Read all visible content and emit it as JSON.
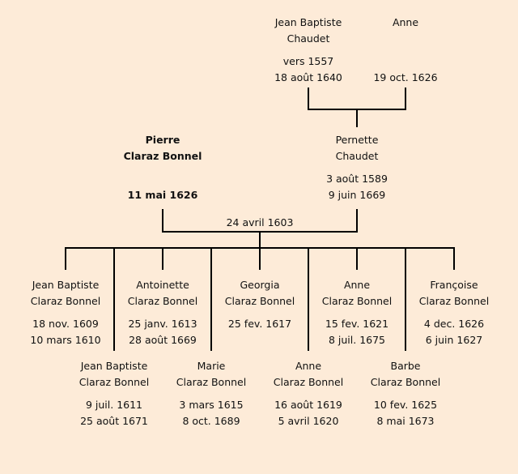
{
  "persons": [
    {
      "id": "jean-baptiste-chaudet",
      "first": "Jean Baptiste",
      "last": "Chaudet",
      "birth": "vers 1557",
      "death": "18 août 1640"
    },
    {
      "id": "anne-spouse",
      "first": "Anne",
      "last": "",
      "birth": "",
      "death": "19 oct. 1626"
    },
    {
      "id": "pierre-claraz-bonnel",
      "first": "Pierre",
      "last": "Claraz Bonnel",
      "birth": "",
      "death": "11 mai 1626",
      "bold": true
    },
    {
      "id": "pernette-chaudet",
      "first": "Pernette",
      "last": "Chaudet",
      "birth": "3 août 1589",
      "death": "9 juin 1669"
    },
    {
      "id": "jean-baptiste-1609",
      "first": "Jean Baptiste",
      "last": "Claraz Bonnel",
      "birth": "18 nov. 1609",
      "death": "10 mars 1610"
    },
    {
      "id": "jean-baptiste-1611",
      "first": "Jean Baptiste",
      "last": "Claraz Bonnel",
      "birth": "9 juil. 1611",
      "death": "25 août 1671"
    },
    {
      "id": "antoinette",
      "first": "Antoinette",
      "last": "Claraz Bonnel",
      "birth": "25 janv. 1613",
      "death": "28 août 1669"
    },
    {
      "id": "marie",
      "first": "Marie",
      "last": "Claraz Bonnel",
      "birth": "3 mars 1615",
      "death": "8 oct. 1689"
    },
    {
      "id": "georgia",
      "first": "Georgia",
      "last": "Claraz Bonnel",
      "birth": "25 fev. 1617",
      "death": ""
    },
    {
      "id": "anne-1619",
      "first": "Anne",
      "last": "Claraz Bonnel",
      "birth": "16 août 1619",
      "death": "5 avril 1620"
    },
    {
      "id": "anne-1621",
      "first": "Anne",
      "last": "Claraz Bonnel",
      "birth": "15 fev. 1621",
      "death": "8 juil. 1675"
    },
    {
      "id": "barbe",
      "first": "Barbe",
      "last": "Claraz Bonnel",
      "birth": "10 fev. 1625",
      "death": "8 mai 1673"
    },
    {
      "id": "francoise",
      "first": "Françoise",
      "last": "Claraz Bonnel",
      "birth": "4 dec. 1626",
      "death": "6 juin 1627"
    }
  ],
  "marriage_date": "24 avril 1603"
}
